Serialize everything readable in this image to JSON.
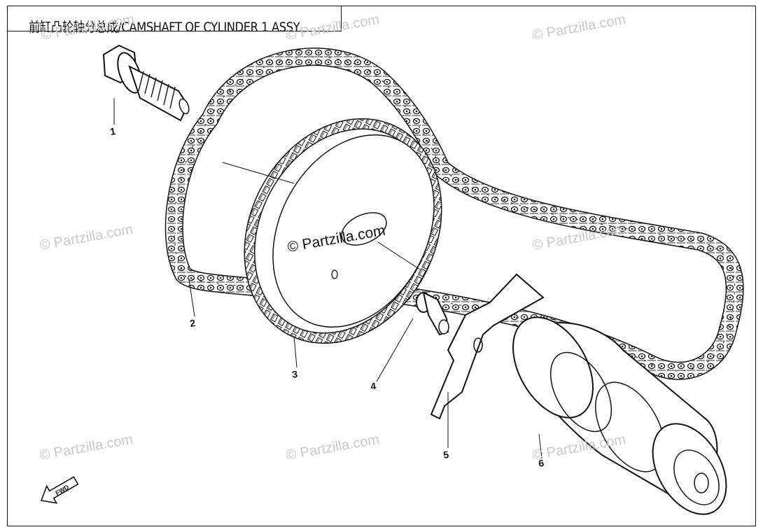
{
  "title": "前缸凸轮轴分总成/CAMSHAFT OF CYLINDER 1 ASSY",
  "watermark": "© Partzilla.com",
  "fwd_label": "FWD",
  "callouts": [
    "1",
    "2",
    "3",
    "4",
    "5",
    "6"
  ],
  "parts": [
    {
      "number": "1",
      "name": "bolt"
    },
    {
      "number": "2",
      "name": "timing chain"
    },
    {
      "number": "3",
      "name": "cam sprocket"
    },
    {
      "number": "4",
      "name": "pin"
    },
    {
      "number": "5",
      "name": "plate"
    },
    {
      "number": "6",
      "name": "camshaft"
    }
  ]
}
